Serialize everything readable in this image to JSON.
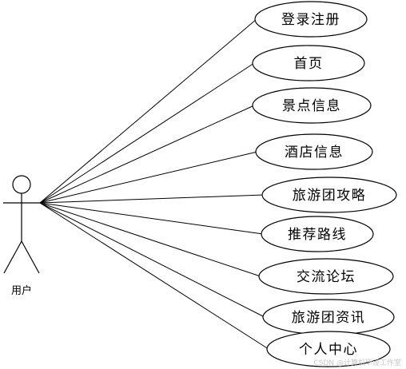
{
  "actor": {
    "label": "用户"
  },
  "use_cases": [
    {
      "label": "登录注册"
    },
    {
      "label": "首页"
    },
    {
      "label": "景点信息"
    },
    {
      "label": "酒店信息"
    },
    {
      "label": "旅游团攻略"
    },
    {
      "label": "推荐路线"
    },
    {
      "label": "交流论坛"
    },
    {
      "label": "旅游团资讯"
    },
    {
      "label": "个人中心"
    }
  ],
  "watermark": "CSDN @计算机毕设工作室"
}
